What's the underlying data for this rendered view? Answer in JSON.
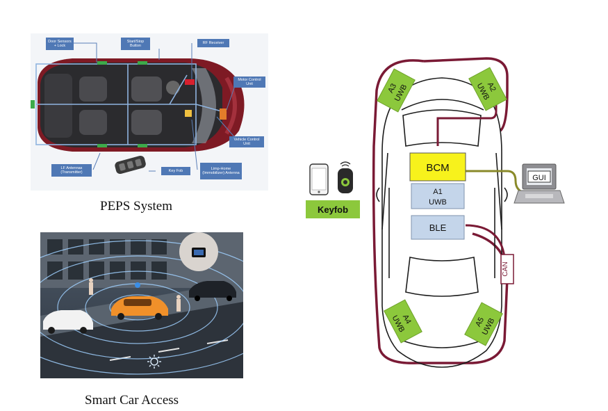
{
  "peps": {
    "caption": "PEPS System",
    "labels": {
      "door_sensors": "Door Sensors + Lock",
      "start_stop": "Start/Stop Button",
      "rf_receiver": "RF Receiver",
      "motor_control": "Motor Control Unit",
      "vehicle_control": "Vehicle Control Unit",
      "lf_antennas": "LF Antennas (Transmitter)",
      "key_fob": "Key Fob",
      "limp_home": "Limp-Home (Immobilizer) Antenna"
    }
  },
  "smart_access": {
    "caption": "Smart Car Access"
  },
  "uwb_diagram": {
    "keyfob_label": "Keyfob",
    "bcm": "BCM",
    "a1_line1": "A1",
    "a1_line2": "UWB",
    "ble": "BLE",
    "gui": "GUI",
    "can": "CAN",
    "anchors": [
      {
        "id": "A3",
        "tech": "UWB"
      },
      {
        "id": "A2",
        "tech": "UWB"
      },
      {
        "id": "A4",
        "tech": "UWB"
      },
      {
        "id": "A5",
        "tech": "UWB"
      }
    ],
    "colors": {
      "anchor_green": "#8cc83c",
      "bcm_yellow": "#f7f21c",
      "module_blue": "#c4d5ea",
      "wire_maroon": "#7a1a35",
      "gui_wire": "#8a8a2a"
    }
  }
}
